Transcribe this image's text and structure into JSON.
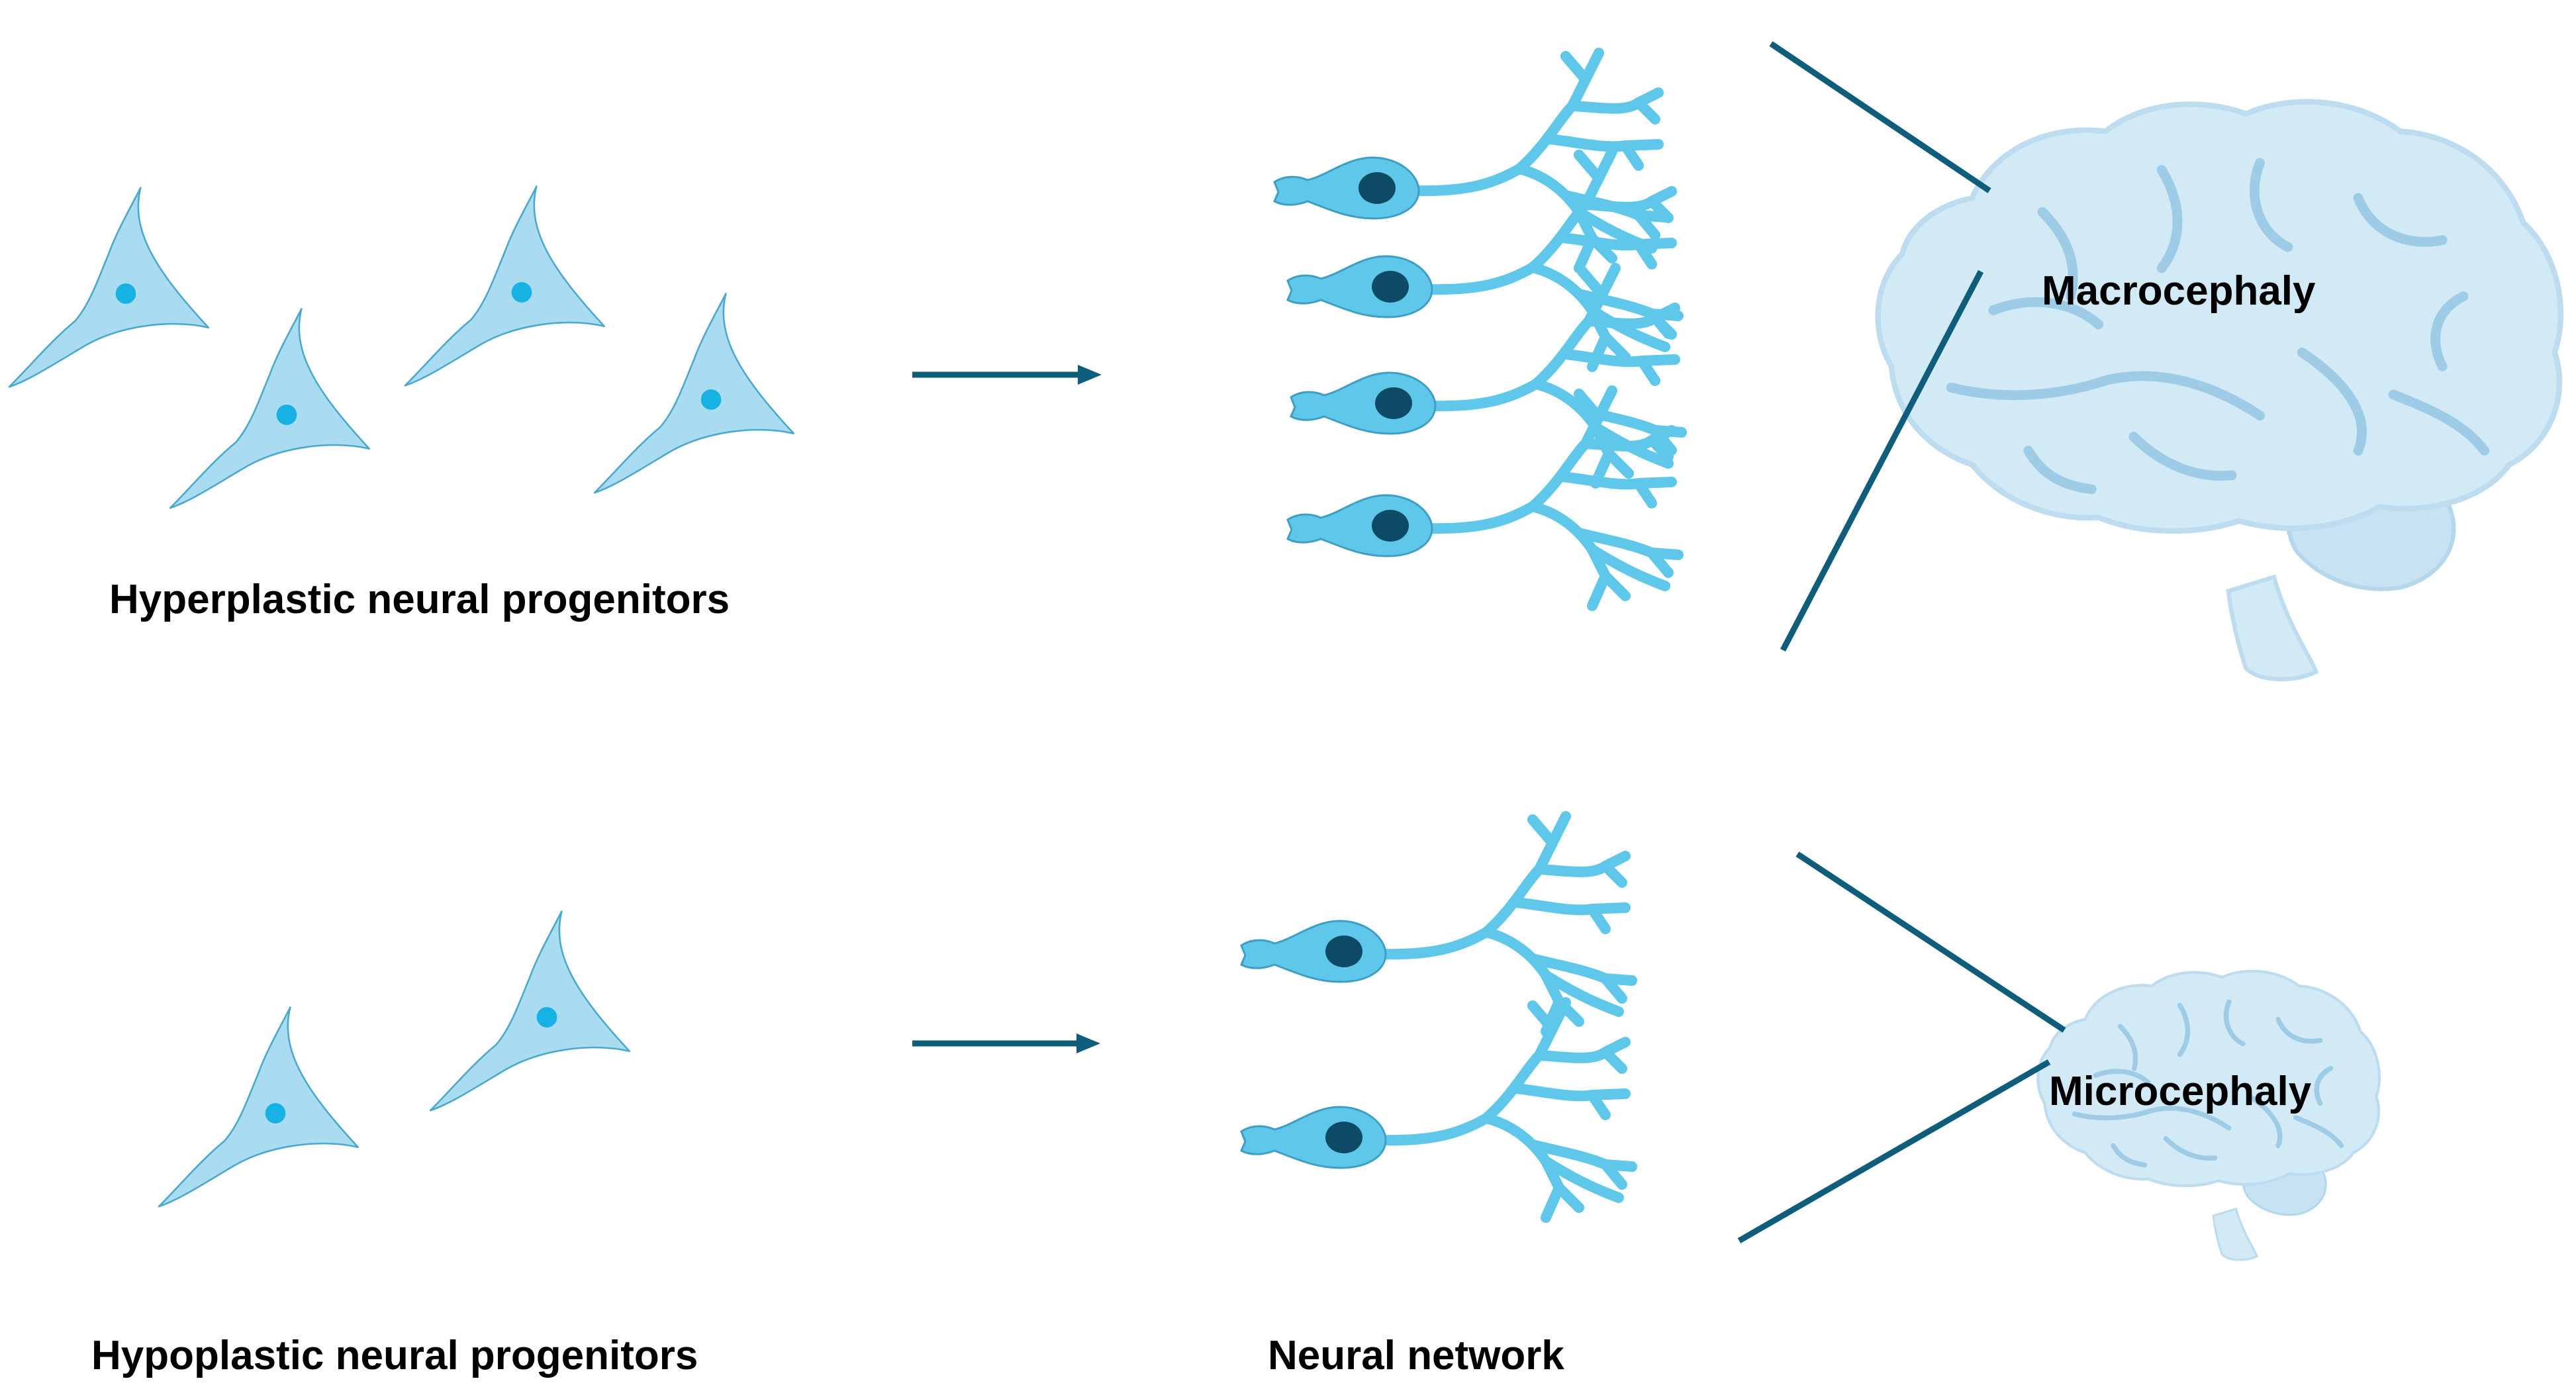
{
  "labels": {
    "hyperplastic": "Hyperplastic neural progenitors",
    "hypoplastic": "Hypoplastic neural progenitors",
    "neural_network": "Neural network",
    "macrocephaly": "Macrocephaly",
    "microcephaly": "Microcephaly"
  },
  "colors": {
    "cell_fill": "#a9dcf0",
    "cell_stroke": "#4aa8cc",
    "progenitor_nucleus": "#16b2e3",
    "neuron_fill": "#5fc7ea",
    "neuron_nucleus": "#0c4a66",
    "arrow": "#0e5d7a",
    "brain_fill": "#d2e9f6",
    "brain_fold": "#9ecce6"
  },
  "icons": {
    "progenitor": "progenitor-cell-icon",
    "neuron": "neuron-icon",
    "brain": "brain-icon",
    "arrow": "arrow-right-icon"
  }
}
